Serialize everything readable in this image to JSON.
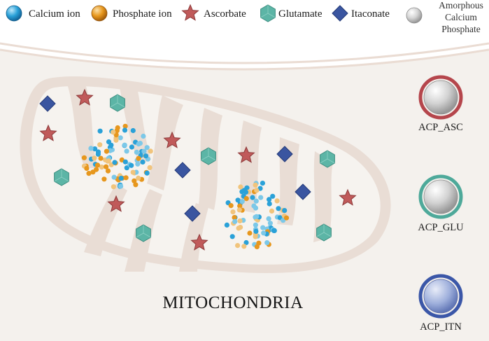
{
  "legend": {
    "calcium": {
      "label": "Calcium ion",
      "icon": "calcium-ion-icon",
      "color": "#2aa1d8"
    },
    "phosphate": {
      "label": "Phosphate ion",
      "icon": "phosphate-ion-icon",
      "color": "#e7971d"
    },
    "ascorbate": {
      "label": "Ascorbate",
      "icon": "star-icon",
      "color": "#c05a5a"
    },
    "glutamate": {
      "label": "Glutamate",
      "icon": "hexagon-icon",
      "color": "#5cb5a6"
    },
    "itaconate": {
      "label": "Itaconate",
      "icon": "diamond-icon",
      "color": "#3a55a0"
    },
    "acp": {
      "lines": [
        "Amorphous",
        "Calcium",
        "Phosphate"
      ],
      "icon": "acp-sphere-icon",
      "color": "#c8c8c8"
    }
  },
  "mitochondria": {
    "label": "MITOCHONDRIA"
  },
  "nanoparticles": [
    {
      "label": "ACP_ASC",
      "ring_color": "#b5464c"
    },
    {
      "label": "ACP_GLU",
      "ring_color": "#4ea99a"
    },
    {
      "label": "ACP_ITN",
      "ring_color": "#3b57a8"
    }
  ],
  "colors": {
    "cytoplasm": "#f4f1ed",
    "membrane": "#e9ddd5",
    "matrix": "#f6f3ef",
    "calcium_light": "#7cc8e8",
    "phosphate_light": "#f1c47c"
  }
}
